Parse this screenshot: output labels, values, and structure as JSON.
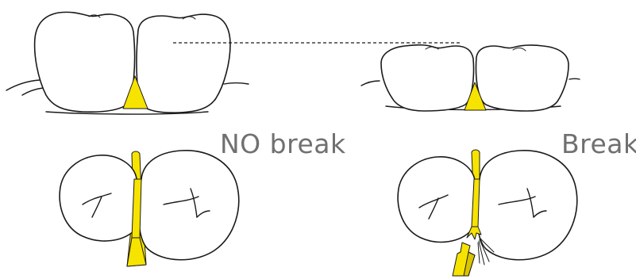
{
  "labels": {
    "no_break": "NO break",
    "break": "Break"
  },
  "colors": {
    "floss": "#f7e300",
    "outline": "#1a1a1a",
    "label": "#707070",
    "background": "#ffffff"
  },
  "panels": [
    "no-break",
    "break"
  ]
}
